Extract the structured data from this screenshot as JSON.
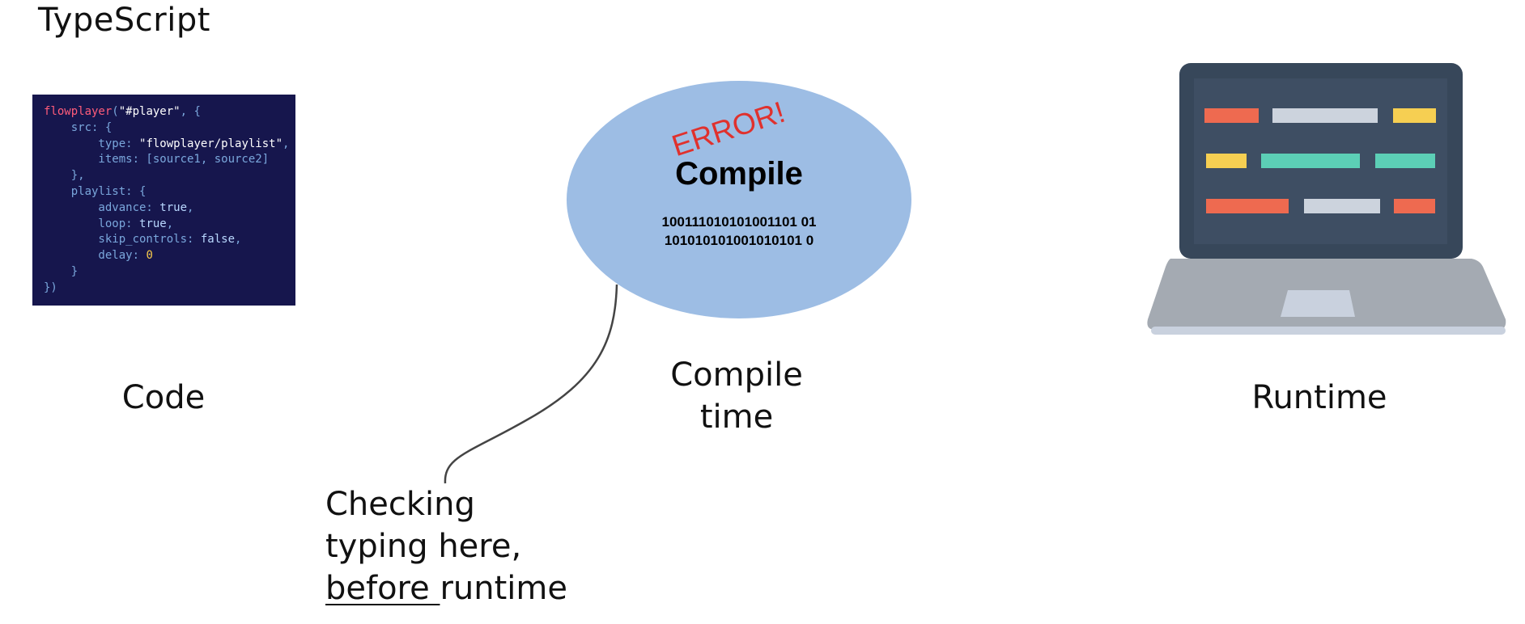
{
  "title": "TypeScript",
  "code": {
    "lines": [
      [
        {
          "t": "flowplayer",
          "c": "fn"
        },
        {
          "t": "(",
          "c": "p"
        },
        {
          "t": "\"#player\"",
          "c": "str"
        },
        {
          "t": ", {",
          "c": "p"
        }
      ],
      [
        {
          "t": "    src: {",
          "c": "p"
        }
      ],
      [
        {
          "t": "        type: ",
          "c": "p"
        },
        {
          "t": "\"flowplayer/playlist\"",
          "c": "str"
        },
        {
          "t": ",",
          "c": "p"
        }
      ],
      [
        {
          "t": "        items: [source1, source2]",
          "c": "p"
        }
      ],
      [
        {
          "t": "    },",
          "c": "p"
        }
      ],
      [
        {
          "t": "    playlist: {",
          "c": "p"
        }
      ],
      [
        {
          "t": "        advance: ",
          "c": "p"
        },
        {
          "t": "true",
          "c": "kw"
        },
        {
          "t": ",",
          "c": "p"
        }
      ],
      [
        {
          "t": "        loop: ",
          "c": "p"
        },
        {
          "t": "true",
          "c": "kw"
        },
        {
          "t": ",",
          "c": "p"
        }
      ],
      [
        {
          "t": "        skip_controls: ",
          "c": "p"
        },
        {
          "t": "false",
          "c": "kw"
        },
        {
          "t": ",",
          "c": "p"
        }
      ],
      [
        {
          "t": "        delay: ",
          "c": "p"
        },
        {
          "t": "0",
          "c": "num"
        }
      ],
      [
        {
          "t": "    }",
          "c": "p"
        }
      ],
      [
        {
          "t": "})",
          "c": "p"
        }
      ]
    ]
  },
  "labels": {
    "code": "Code",
    "compile_time_1": "Compile",
    "compile_time_2": "time",
    "runtime": "Runtime"
  },
  "compile_node": {
    "title": "Compile",
    "error": "ERROR!",
    "binary_1": "100111010101001101 01",
    "binary_2": "101010101001010101 0"
  },
  "note": {
    "line1": "Checking",
    "line2": "typing here,",
    "line3_underlined": "before ",
    "line3_rest": "runtime"
  },
  "colors": {
    "ellipse": "#9dbde4",
    "error": "#e0312d",
    "laptop_frame": "#37475a",
    "laptop_screen": "#3e4e63",
    "laptop_base": "#a4aab2",
    "laptop_trackpad": "#c9d1de",
    "bar_red": "#ee6a50",
    "bar_grey": "#ccd3dd",
    "bar_yellow": "#f6cf52",
    "bar_teal": "#5ccfb6"
  }
}
